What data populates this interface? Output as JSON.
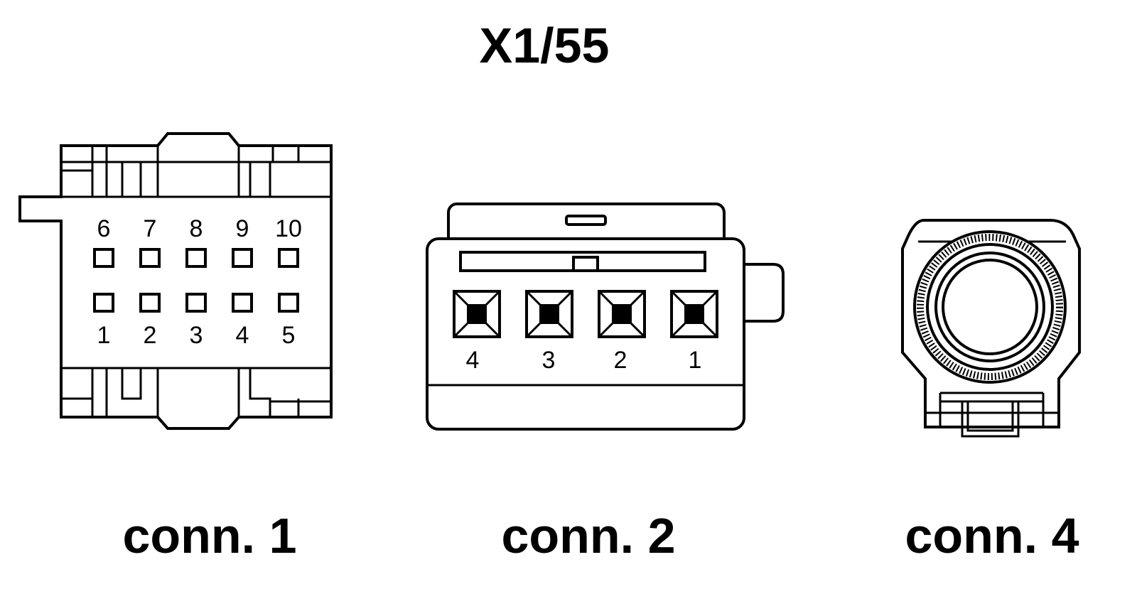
{
  "title": "X1/55",
  "connectors": [
    {
      "label": "conn. 1",
      "pins_top": [
        "6",
        "7",
        "8",
        "9",
        "10"
      ],
      "pins_bottom": [
        "1",
        "2",
        "3",
        "4",
        "5"
      ]
    },
    {
      "label": "conn. 2",
      "pins": [
        "4",
        "3",
        "2",
        "1"
      ]
    },
    {
      "label": "conn. 4"
    }
  ],
  "colors": {
    "line": "#000000",
    "background": "#ffffff"
  }
}
